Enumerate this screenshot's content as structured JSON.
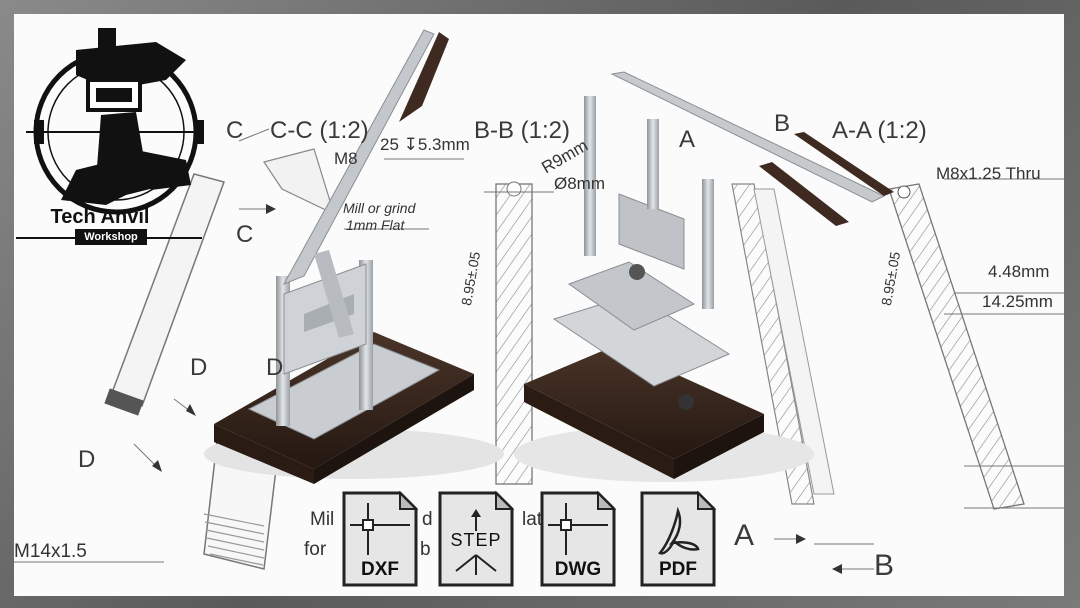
{
  "brand": {
    "name": "Tech Anvil",
    "subtitle": "Workshop"
  },
  "sections": {
    "cc": "C-C (1:2)",
    "bb": "B-B (1:2)",
    "aa": "A-A (1:2)",
    "c_top": "C",
    "c_bottom": "C",
    "b_top": "B",
    "b_bottom": "B",
    "a_top": "A",
    "a_bottom": "A",
    "d_upper": "D",
    "d_lower": "D",
    "d_mid": "D"
  },
  "notes": {
    "m8": "M8",
    "depth": "25 ↧5.3mm",
    "mill_line1": "Mill or grind",
    "mill_line2": "1mm Flat",
    "r9": "R9mm",
    "dia8": "Ø8mm",
    "m8thru": "M8x1.25 Thru",
    "dim_448": "4.48mm",
    "dim_1425": "14.25mm",
    "dim_895_left": "8.95±.05",
    "dim_895_right": "8.95±.05",
    "thread": "M14x1.5",
    "mill_bottom": "Mil",
    "for_bottom": "for",
    "lat": "lat",
    "d_frag": "d",
    "b_frag": "b"
  },
  "file_formats": [
    "DXF",
    "STEP",
    "DWG",
    "PDF"
  ],
  "colors": {
    "wood": "#3b2a22",
    "steel": "#b9bdc2",
    "ink": "#333333"
  }
}
